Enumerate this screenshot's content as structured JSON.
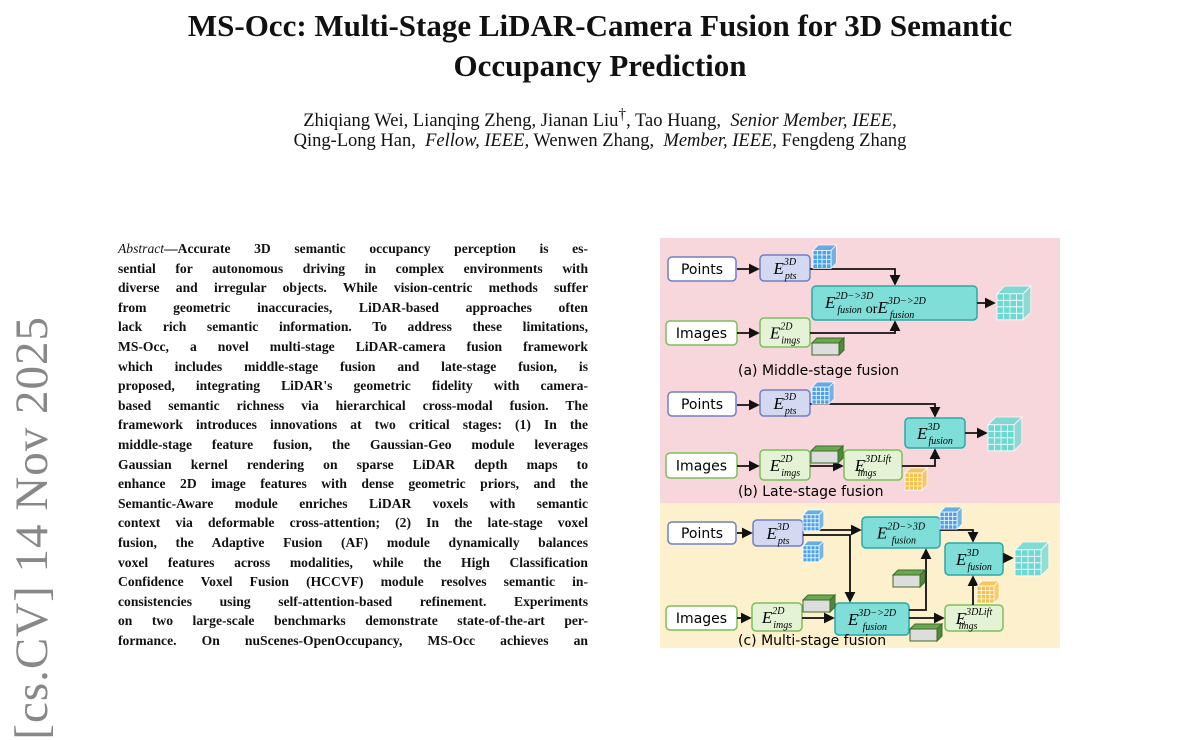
{
  "title": {
    "line1": "MS-Occ: Multi-Stage LiDAR-Camera Fusion for 3D Semantic",
    "line2": "Occupancy Prediction"
  },
  "authors": {
    "line1_names": "Zhiqiang Wei, Lianqing Zheng, Jianan Liu",
    "line1_mark": "†",
    "line1_rest": ", Tao Huang,",
    "line1_role": "Senior Member, IEEE,",
    "line2_name1": "Qing-Long Han,",
    "line2_role1": "Fellow, IEEE,",
    "line2_name2": "Wenwen Zhang,",
    "line2_role2": "Member, IEEE,",
    "line2_name3": "Fengdeng Zhang"
  },
  "arxiv_stamp": "[cs.CV]  14 Nov 2025",
  "abstract": {
    "label": "Abstract",
    "lines": [
      "—Accurate 3D semantic occupancy perception is es-",
      "sential for autonomous driving in complex environments with",
      "diverse and irregular objects. While vision-centric methods suffer",
      "from geometric inaccuracies, LiDAR-based approaches often",
      "lack rich semantic information. To address these limitations,",
      "MS-Occ, a novel multi-stage LiDAR-camera fusion framework",
      "which includes middle-stage fusion and late-stage fusion, is",
      "proposed, integrating LiDAR's geometric fidelity with camera-",
      "based semantic richness via hierarchical cross-modal fusion. The",
      "framework introduces innovations at two critical stages: (1) In the",
      "middle-stage feature fusion, the Gaussian-Geo module leverages",
      "Gaussian kernel rendering on sparse LiDAR depth maps to",
      "enhance 2D image features with dense geometric priors, and the",
      "Semantic-Aware module enriches LiDAR voxels with semantic",
      "context via deformable cross-attention; (2) In the late-stage voxel",
      "fusion, the Adaptive Fusion (AF) module dynamically balances",
      "voxel features across modalities, while the High Classification",
      "Confidence Voxel Fusion (HCCVF) module resolves semantic in-",
      "consistencies using self-attention-based refinement. Experiments",
      "on two large-scale benchmarks demonstrate state-of-the-art per-",
      "formance. On nuScenes-OpenOccupancy, MS-Occ achieves an"
    ]
  },
  "figure": {
    "colors": {
      "pink_bg": "#f8d7dc",
      "yellow_bg": "#fdf0cc",
      "input_pts": "#6f7fc8",
      "input_img": "#7cbf5a",
      "pts_fill": "#d4d9f2",
      "img_fill": "#e4f3d6",
      "fusion_fill": "#7fded8",
      "fusion_stroke": "#2aa8a8",
      "blue_cube": "#4aa3e8",
      "teal_cube": "#6fd8d2",
      "yellow_cube": "#f7c04a"
    },
    "points_label": "Points",
    "images_label": "Images",
    "or_label": "or",
    "captions": {
      "a": "(a) Middle-stage fusion",
      "b": "(b) Late-stage fusion",
      "c": "(c) Multi-stage fusion"
    },
    "math": {
      "e_pts": {
        "base": "E",
        "sup": "3D",
        "sub": "pts"
      },
      "e_imgs": {
        "base": "E",
        "sup": "2D",
        "sub": "imgs"
      },
      "e_lift": {
        "base": "E",
        "sup": "3DLift",
        "sub": "imgs"
      },
      "e_2d3d": {
        "base": "E",
        "sup": "2D−>3D",
        "sub": "fusion"
      },
      "e_3d2d": {
        "base": "E",
        "sup": "3D−>2D",
        "sub": "fusion"
      },
      "e_3d": {
        "base": "E",
        "sup": "3D",
        "sub": "fusion"
      }
    }
  }
}
